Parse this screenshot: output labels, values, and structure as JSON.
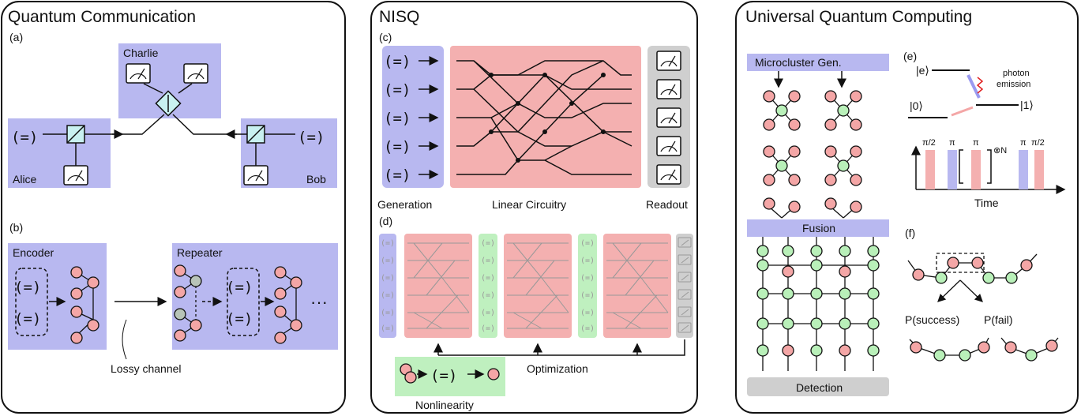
{
  "panels": {
    "qc": {
      "title": "Quantum Communication",
      "label_a": "(a)",
      "label_b": "(b)",
      "charlie": "Charlie",
      "alice": "Alice",
      "bob": "Bob",
      "encoder": "Encoder",
      "repeater": "Repeater",
      "lossy": "Lossy  channel",
      "ellipsis": "···"
    },
    "nisq": {
      "title": "NISQ",
      "label_c": "(c)",
      "label_d": "(d)",
      "generation": "Generation",
      "linear": "Linear Circuitry",
      "readout": "Readout",
      "optimization": "Optimization",
      "nonlinearity": "Nonlinearity"
    },
    "uqc": {
      "title": "Universal Quantum Computing",
      "label_e": "(e)",
      "label_f": "(f)",
      "microcluster": "Microcluster Gen.",
      "fusion": "Fusion",
      "detection": "Detection",
      "state_e": "|e⟩",
      "state_0": "|0⟩",
      "state_1": "|1⟩",
      "photon_emission_1": "photon",
      "photon_emission_2": "emission",
      "pulse_pi2_a": "π/2",
      "pulse_pi_a": "π",
      "pulse_pi_b": "π",
      "tensor_n": "⊗N",
      "pulse_pi_c": "π",
      "pulse_pi2_b": "π/2",
      "time": "Time",
      "p_success": "P(success)",
      "p_fail": "P(fail)"
    }
  },
  "symbols": {
    "source": "(=)"
  },
  "colors": {
    "blue": "#b8b8f0",
    "pink": "#f4b0b0",
    "green": "#bff0bf",
    "gray": "#cfcfcf",
    "node_pink": "#f4a6a6",
    "node_green": "#b9f0b9",
    "node_gray": "#b8c4b8",
    "bs": "#c9f1f1"
  }
}
